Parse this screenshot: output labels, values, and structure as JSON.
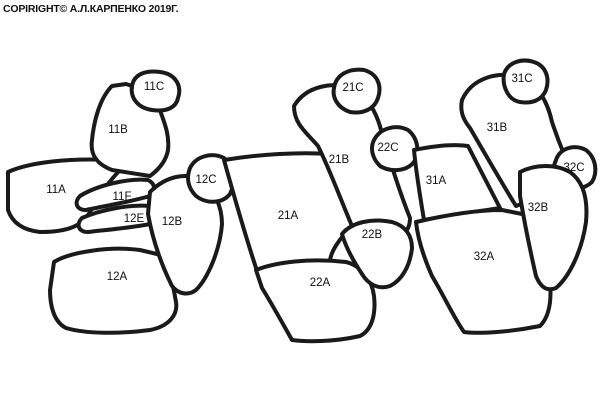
{
  "copyright": "COPIRIGHT© А.Л.КАРПЕНКО 2019Г.",
  "parts": {
    "p11c": "11C",
    "p11b": "11B",
    "p11a": "11A",
    "p11f": "11F",
    "p12e": "12E",
    "p12c": "12C",
    "p12b": "12B",
    "p12a": "12A",
    "p21c": "21C",
    "p21b": "21B",
    "p22c": "22C",
    "p21a": "21A",
    "p22b": "22B",
    "p22a": "22A",
    "p31c": "31C",
    "p31b": "31B",
    "p31a": "31A",
    "p32c": "32C",
    "p32b": "32B",
    "p32a": "32A"
  }
}
